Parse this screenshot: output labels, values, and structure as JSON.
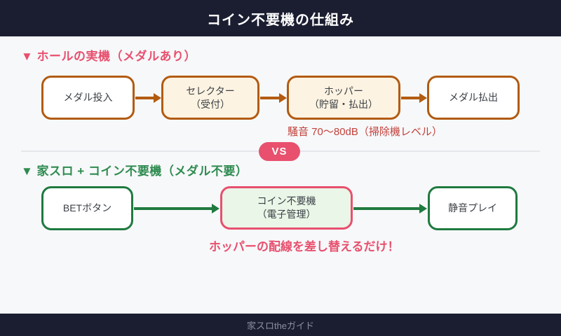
{
  "header": {
    "title": "コイン不要機の仕組み"
  },
  "footer": {
    "text": "家スロtheガイド"
  },
  "vs_badge": {
    "label": "VS"
  },
  "colors": {
    "bg-dark": "#1b1e31",
    "bg-body": "#f7f8fa",
    "pink": "#e8506e",
    "brown": "#b25b11",
    "cream": "#fdf3e2",
    "green": "#2e8b50",
    "green-dark": "#1f7a3f",
    "green-fill": "#eaf6e7",
    "red-note": "#c2423b",
    "text-dark": "#3b4046",
    "divider": "#e5e7ea",
    "footer-text": "#8b8fa0"
  },
  "sections": [
    {
      "heading": "▼ ホールの実機（メダルあり）",
      "boxes": [
        {
          "label": "メダル投入"
        },
        {
          "label": "セレクター\n（受付）"
        },
        {
          "label": "ホッパー\n（貯留・払出）"
        },
        {
          "label": "メダル払出"
        }
      ],
      "annotation": "騒音 70〜80dB（掃除機レベル）"
    },
    {
      "heading": "▼ 家スロ + コイン不要機（メダル不要）",
      "boxes": [
        {
          "label": "BETボタン"
        },
        {
          "label": "コイン不要機\n（電子管理）"
        },
        {
          "label": "静音プレイ"
        }
      ],
      "annotation": "ホッパーの配線を差し替えるだけ！"
    }
  ]
}
